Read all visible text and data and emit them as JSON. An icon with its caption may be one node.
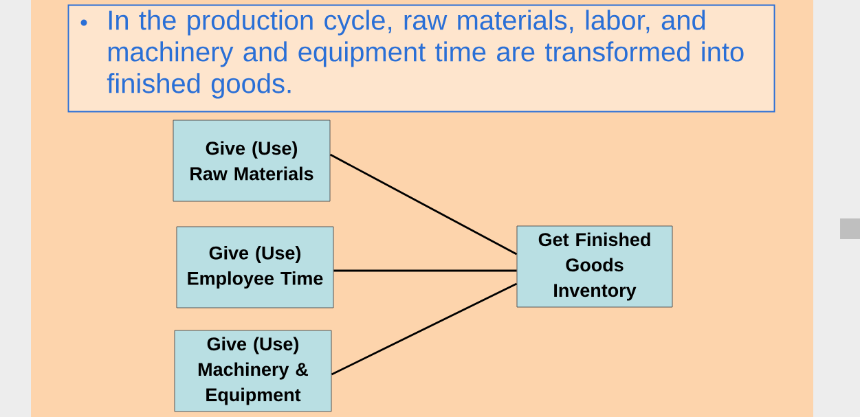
{
  "diagram": {
    "nodes": [
      {
        "text": [
          "In the production cycle, raw materials, labor, and machinery and equipment time are transformed into finished goods."
        ]
      },
      {
        "text": [
          "Give (Use) Raw Materials"
        ]
      },
      {
        "text": [
          "Give (Use) Employee Time"
        ]
      },
      {
        "text": [
          "Give (Use) Machinery & Equipment"
        ]
      },
      {
        "text": [
          "Get Finished Goods Inventory"
        ]
      }
    ],
    "edges": [
      {
        "from": 1,
        "to": 4,
        "arrow": "none"
      },
      {
        "from": 2,
        "to": 4,
        "arrow": "none"
      },
      {
        "from": 3,
        "to": 4,
        "arrow": "none"
      }
    ]
  }
}
